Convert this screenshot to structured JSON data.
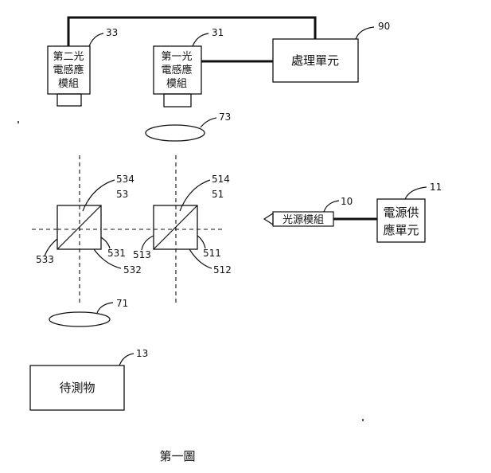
{
  "units": {
    "sensor2": {
      "lines": [
        "第二光",
        "電感應",
        "模組"
      ],
      "ref": "33"
    },
    "sensor1": {
      "lines": [
        "第一光",
        "電感應",
        "模組"
      ],
      "ref": "31"
    },
    "processor": {
      "label": "處理單元",
      "ref": "90"
    },
    "lens1": {
      "ref": "73"
    },
    "lens2": {
      "ref": "71"
    },
    "splitter2": {
      "ref": "53",
      "corner_ref": "534",
      "refs_around": [
        "533",
        "531",
        "532"
      ]
    },
    "splitter1": {
      "ref": "51",
      "corner_ref": "514",
      "refs_around": [
        "513",
        "511",
        "512"
      ]
    },
    "light_source": {
      "label": "光源模組",
      "ref": "10"
    },
    "power": {
      "lines": [
        "電源供",
        "應單元"
      ],
      "ref": "11"
    },
    "object": {
      "label": "待測物",
      "ref": "13"
    }
  },
  "figure_caption": "第一圖"
}
